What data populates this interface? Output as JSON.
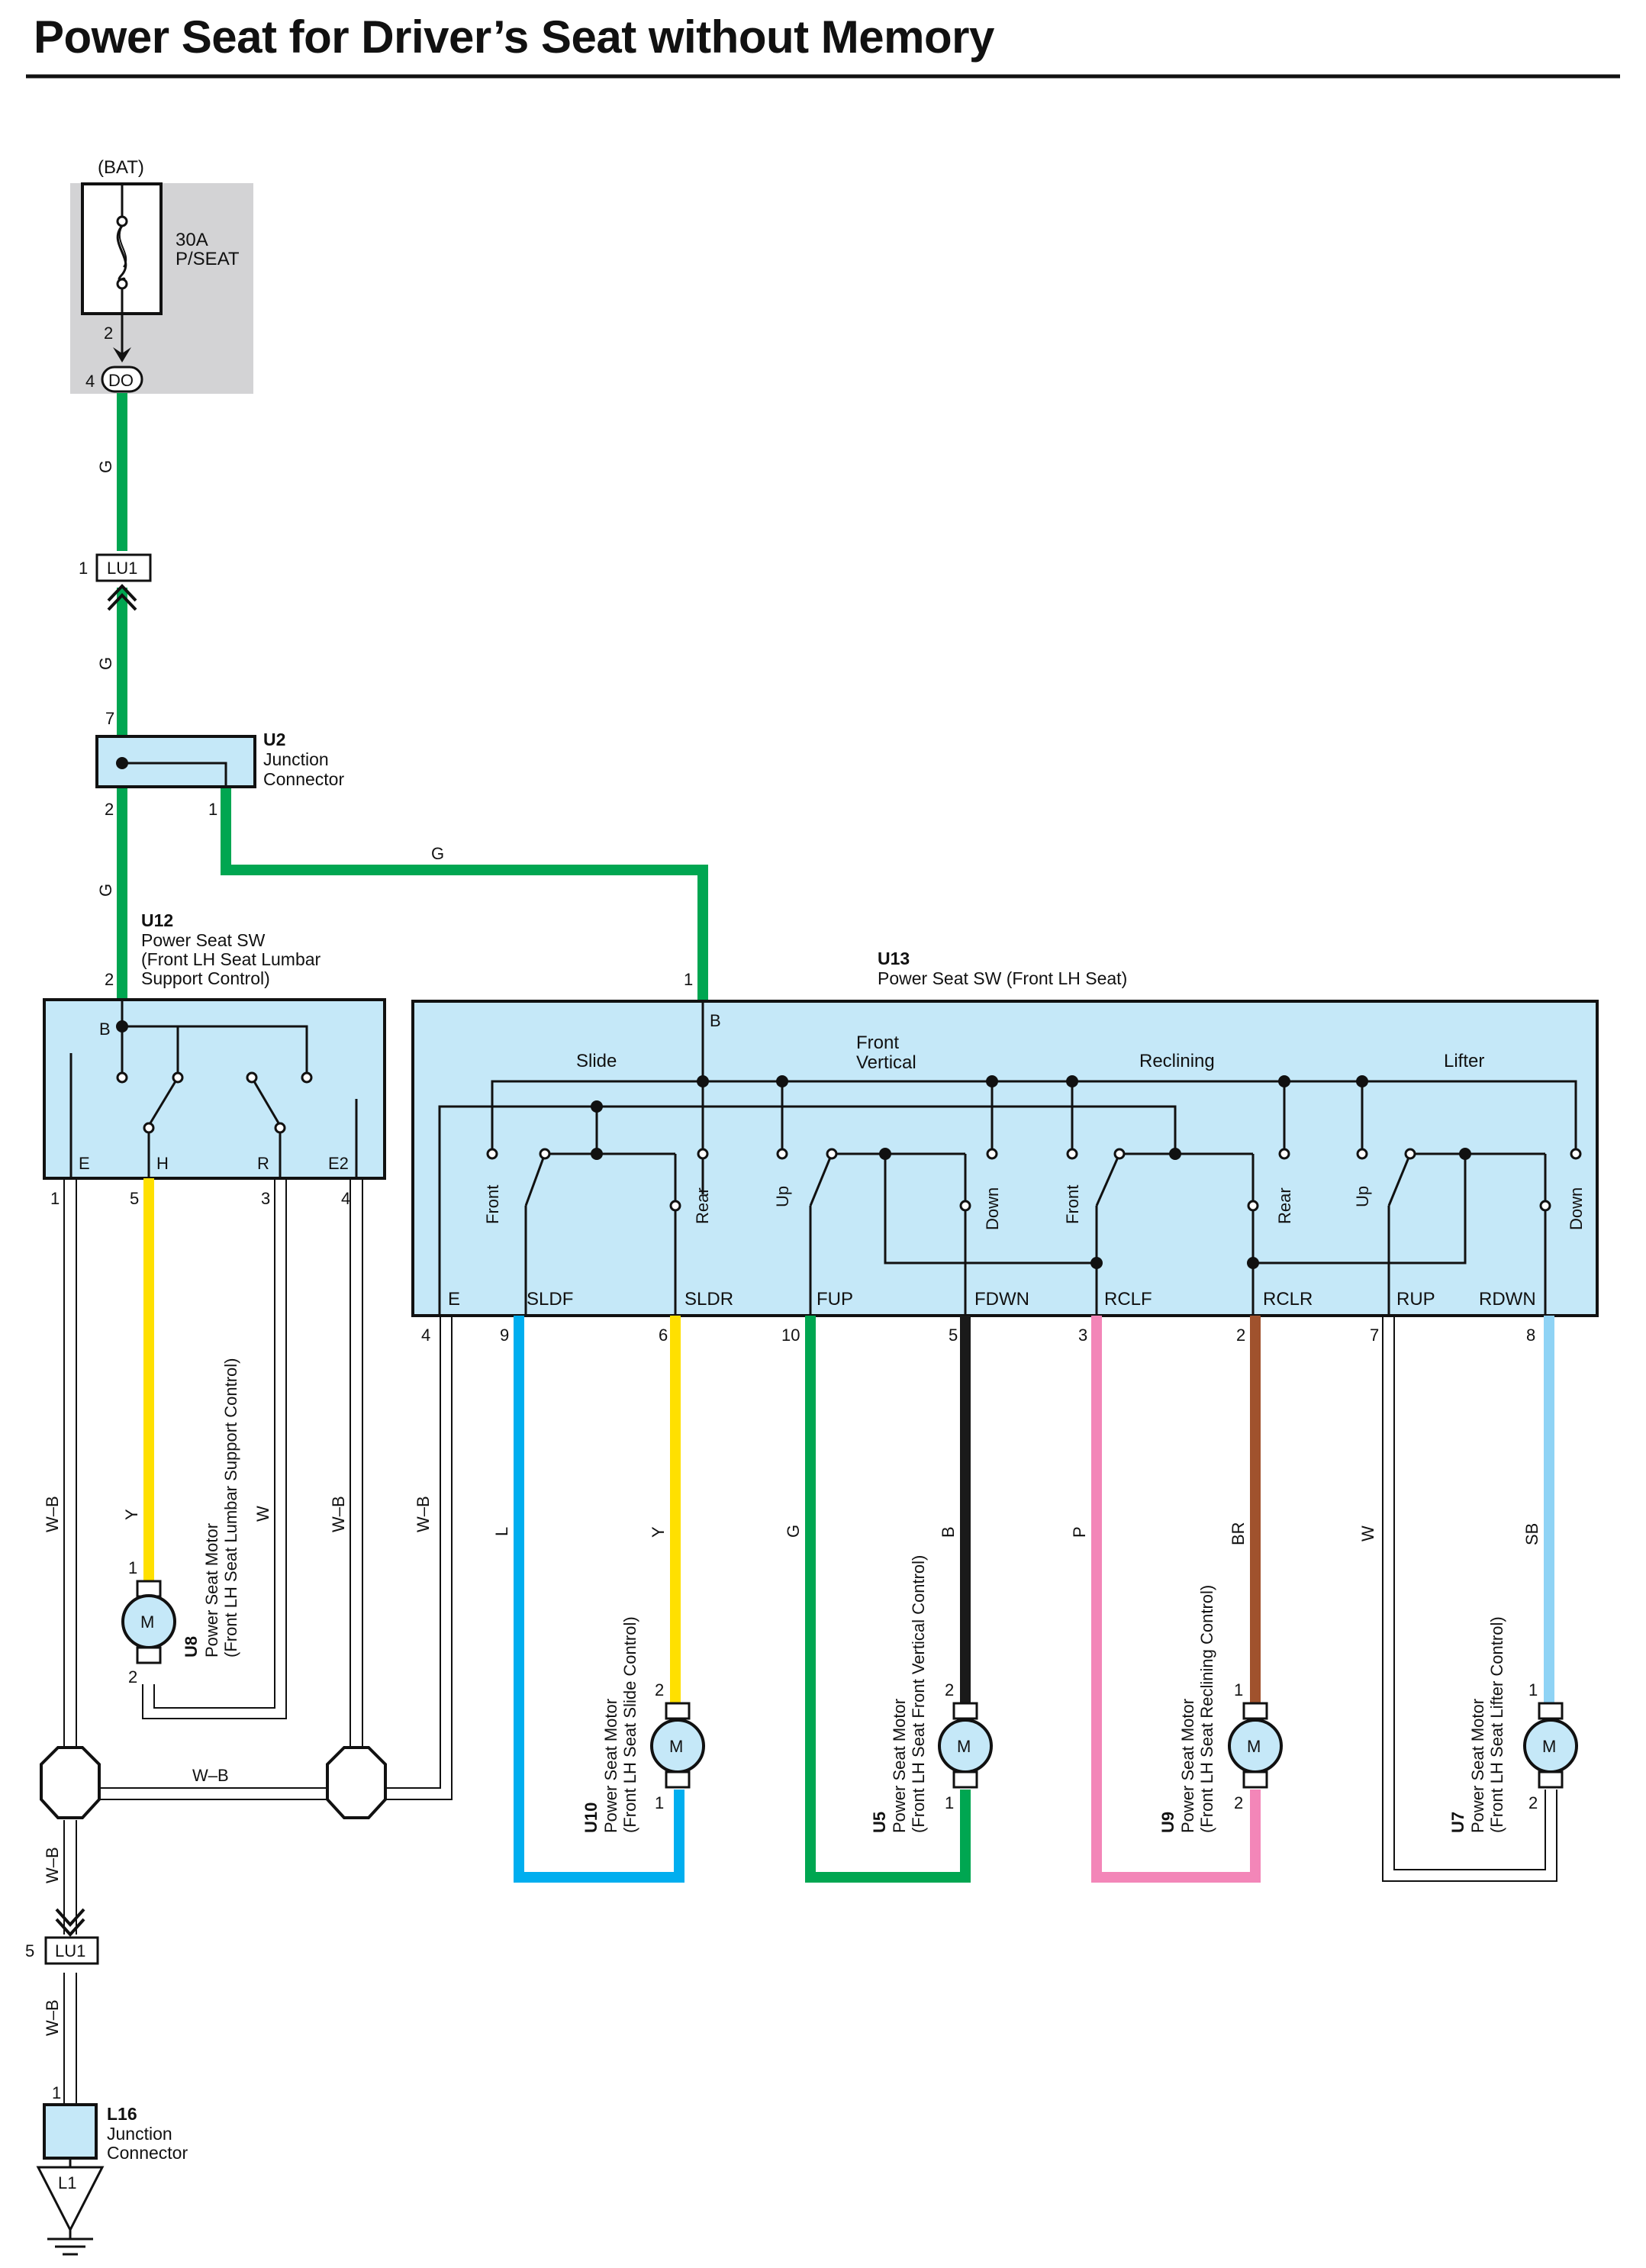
{
  "title": "Power Seat for Driver’s Seat without Memory",
  "colors": {
    "G": "#00a651",
    "Y": "#ffe000",
    "L": "#00aeef",
    "B": "#1a1a1a",
    "P": "#f386b8",
    "BR": "#a0522d",
    "W": "#ffffff",
    "SB": "#8fd3f5",
    "WB": "#ffffff",
    "box": "#c5e8f8",
    "fusebox": "#d3d3d5"
  },
  "battery": {
    "label": "(BAT)",
    "fuse_amp": "30A",
    "fuse_name": "P/SEAT",
    "pin_fuse": "2",
    "pin_do": "4",
    "do_label": "DO"
  },
  "wires": {
    "g": "G",
    "wb": "W–B"
  },
  "lu1_top": {
    "label": "LU1",
    "pin": "1"
  },
  "u2": {
    "id": "U2",
    "name1": "Junction",
    "name2": "Connector",
    "pin7": "7",
    "pin2": "2",
    "pin1": "1"
  },
  "u12": {
    "id": "U12",
    "name1": "Power Seat SW",
    "name2": "(Front LH Seat Lumbar",
    "name3": " Support Control)",
    "pin_in": "2",
    "term_b": "B",
    "terminals": {
      "e": "E",
      "h": "H",
      "r": "R",
      "e2": "E2"
    },
    "pins": {
      "e": "1",
      "h": "5",
      "r": "3",
      "e2": "4"
    }
  },
  "u13": {
    "id": "U13",
    "name": "Power Seat SW (Front LH Seat)",
    "pin_in": "1",
    "term_b": "B",
    "groups": {
      "slide": "Slide",
      "vert1": "Front",
      "vert2": "Vertical",
      "recl": "Reclining",
      "lifter": "Lifter"
    },
    "positions": {
      "p1": "Front",
      "p2": "Rear",
      "p3": "Up",
      "p4": "Down",
      "p5": "Front",
      "p6": "Rear",
      "p7": "Up",
      "p8": "Down"
    },
    "terminals": {
      "e": "E",
      "sldf": "SLDF",
      "sldr": "SLDR",
      "fup": "FUP",
      "fdwn": "FDWN",
      "rclf": "RCLF",
      "rclr": "RCLR",
      "rup": "RUP",
      "rdwn": "RDWN"
    },
    "pins": {
      "e": "4",
      "sldf": "9",
      "sldr": "6",
      "fup": "10",
      "fdwn": "5",
      "rclf": "3",
      "rclr": "2",
      "rup": "7",
      "rdwn": "8"
    }
  },
  "wire_labels": {
    "u12_e": "W–B",
    "u12_h": "Y",
    "u12_r": "W",
    "u12_e2": "W–B",
    "u13_e": "W–B",
    "sldf": "L",
    "sldr": "Y",
    "fup": "G",
    "fdwn": "B",
    "rclf": "P",
    "rclr": "BR",
    "rup": "W",
    "rdwn": "SB"
  },
  "motors": {
    "symbol": "M",
    "u8": {
      "id": "U8",
      "name": "Power Seat Motor",
      "desc": "(Front LH Seat Lumbar Support Control)",
      "pin_top": "1",
      "pin_bot": "2"
    },
    "u10": {
      "id": "U10",
      "name": "Power Seat Motor",
      "desc": "(Front LH Seat Slide Control)",
      "pin_top": "2",
      "pin_bot": "1"
    },
    "u5": {
      "id": "U5",
      "name": "Power Seat Motor",
      "desc": "(Front LH Seat Front Vertical Control)",
      "pin_top": "2",
      "pin_bot": "1"
    },
    "u9": {
      "id": "U9",
      "name": "Power Seat Motor",
      "desc": "(Front LH Seat Reclining Control)",
      "pin_top": "1",
      "pin_bot": "2"
    },
    "u7": {
      "id": "U7",
      "name": "Power Seat Motor",
      "desc": "(Front LH Seat Lifter Control)",
      "pin_top": "1",
      "pin_bot": "2"
    }
  },
  "lu1_bottom": {
    "label": "LU1",
    "pin": "5"
  },
  "l16": {
    "id": "L16",
    "name1": "Junction",
    "name2": "Connector",
    "pin": "1"
  },
  "ground": {
    "label": "L1"
  }
}
